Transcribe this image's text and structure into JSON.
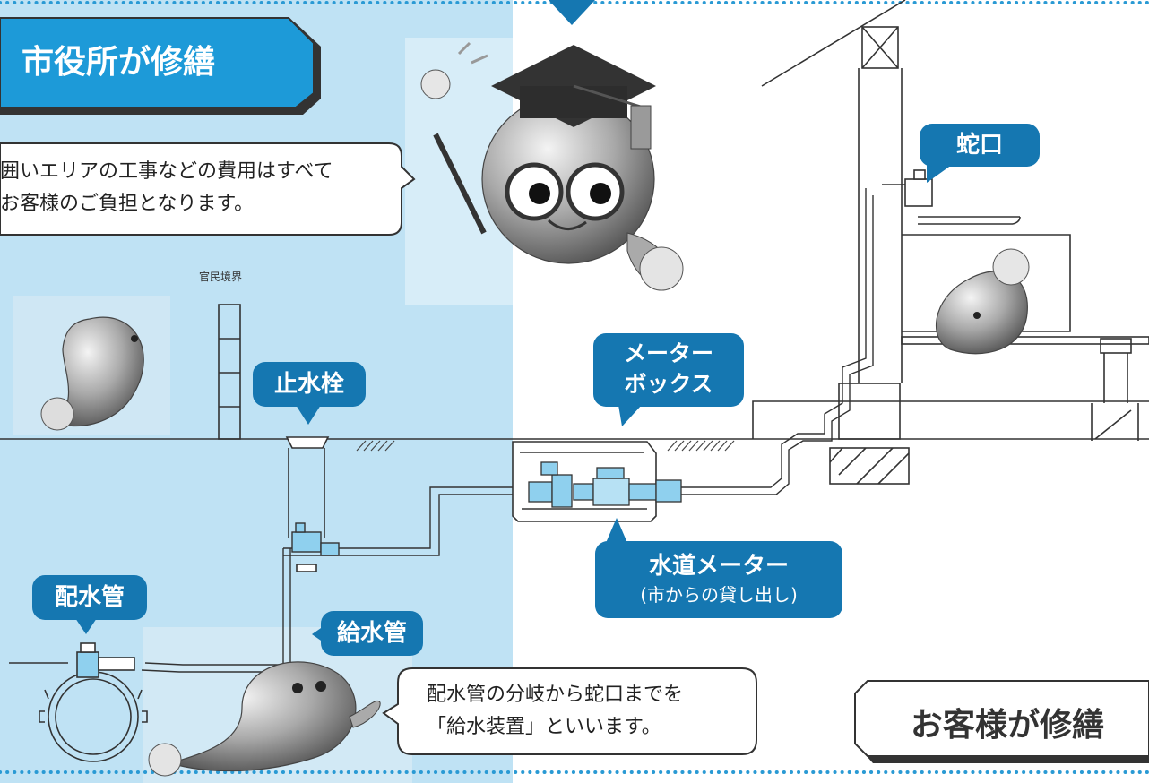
{
  "labels": {
    "city_repair": "市役所が修繕",
    "customer_repair": "お客様が修繕",
    "faucet": "蛇口",
    "stopcock": "止水栓",
    "meter_box_line1": "メーター",
    "meter_box_line2": "ボックス",
    "water_meter_line1": "水道メーター",
    "water_meter_line2": "(市からの貸し出し)",
    "distribution_pipe": "配水管",
    "service_pipe": "給水管",
    "boundary": "官民境界"
  },
  "notes": {
    "cost_line1": "囲いエリアの工事などの費用はすべて",
    "cost_line2": "お客様のご負担となります。",
    "device_line1": "配水管の分岐から蛇口までを",
    "device_line2": "「給水装置」といいます。"
  },
  "colors": {
    "city_area": "#bfe2f4",
    "tag_blue": "#1577b1",
    "title_blue": "#1d9ad8",
    "fitting_blue": "#8fd0ee",
    "dot_border": "#2a9ad4"
  }
}
